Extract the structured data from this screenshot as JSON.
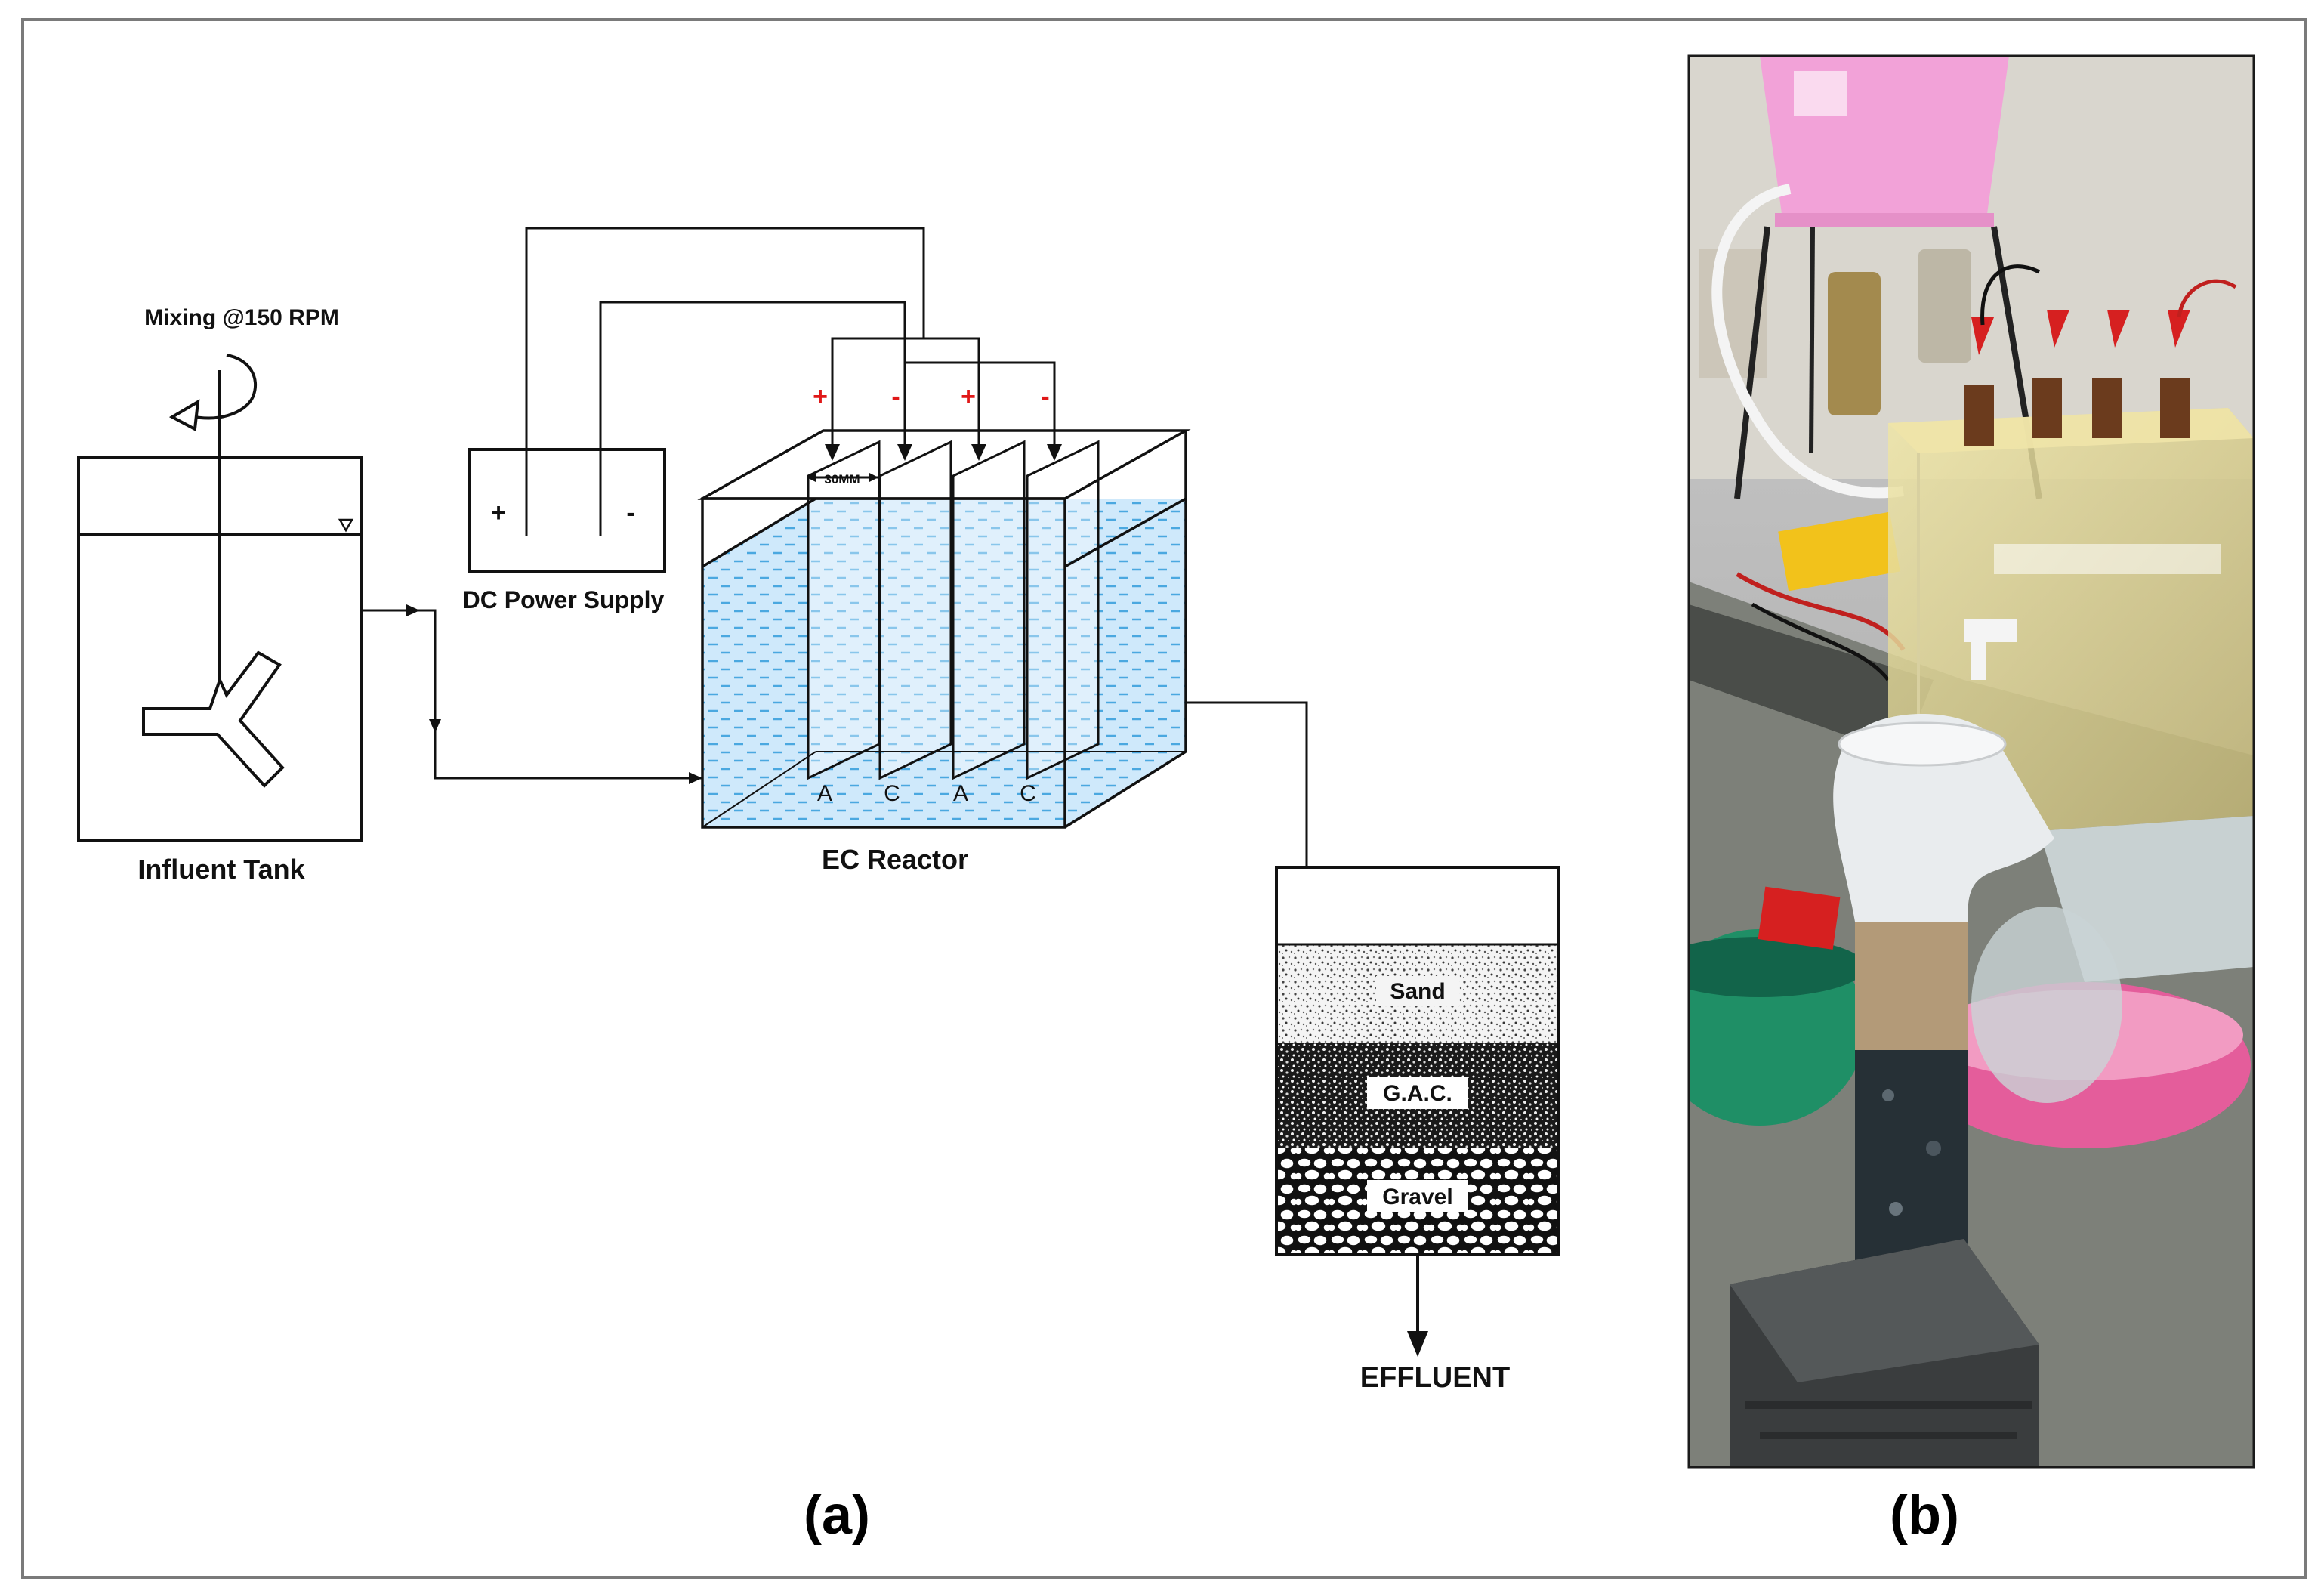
{
  "diagram": {
    "mixing_label": "Mixing @150 RPM",
    "influent_tank_label": "Influent Tank",
    "dc_power_label": "DC Power Supply",
    "dc_plus": "+",
    "dc_minus": "-",
    "ec_reactor_label": "EC Reactor",
    "spacing_label": "30MM",
    "polarity": [
      "+",
      "-",
      "+",
      "-"
    ],
    "electrodes": [
      "A",
      "C",
      "A",
      "C"
    ],
    "filter_layers": [
      "Sand",
      "G.A.C.",
      "Gravel"
    ],
    "effluent_label": "EFFLUENT",
    "panel_a_label": "(a)",
    "panel_b_label": "(b)"
  },
  "colors": {
    "water": "#c9e6fa",
    "water_dash": "#4aa8e0",
    "polarity_red": "#e01818",
    "bucket_pink": "#f2a2d8",
    "column_green": "#2e8b57"
  }
}
